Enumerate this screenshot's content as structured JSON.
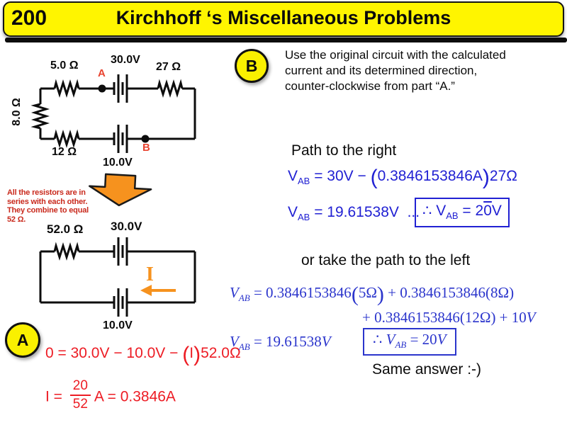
{
  "colors": {
    "banner_yellow": "#FFF500",
    "accent_red": "#ED1C24",
    "annotation_red": "#C92A1D",
    "node_red": "#E8432F",
    "eq_blue": "#2121D3",
    "serif_blue": "#2B35CC",
    "orange": "#F6921E",
    "black": "#0D0D0D"
  },
  "header": {
    "page_number": "200",
    "title": "Kirchhoff ‘s Miscellaneous Problems"
  },
  "part_b": {
    "badge": "B",
    "lines": [
      "Use the original circuit with the calculated",
      "current and its determined direction,",
      "counter-clockwise from part “A.”"
    ]
  },
  "circuit1": {
    "r_top_left": "5.0 Ω",
    "battery_top": "30.0V",
    "r_top_right": "27 Ω",
    "node_a": "A",
    "r_left": "8.0 Ω",
    "r_bottom": "12 Ω",
    "battery_bottom": "10.0V",
    "node_b": "B"
  },
  "annotation": {
    "lines": [
      "All the resistors are in",
      "series with each other.",
      "They combine to equal",
      "52 Ω."
    ]
  },
  "circuit2": {
    "resistor": "52.0 Ω",
    "battery_top": "30.0V",
    "battery_bottom": "10.0V",
    "current_label": "I"
  },
  "part_a": {
    "badge": "A",
    "eq1": {
      "pre": "0 = 30.0V − 10.0V − ",
      "paren_open": "(",
      "inner": "I",
      "paren_close": ")",
      "post": "52.0Ω"
    },
    "eq2": {
      "lhs": "I = ",
      "numerator": "20",
      "denominator": "52",
      "post": "A = 0.3846A"
    }
  },
  "right": {
    "heading_right": "Path to the right",
    "eq1": {
      "v": "V",
      "sub": "AB",
      "mid": " = 30V − ",
      "paren_open": "(",
      "inner": "0.3846153846A",
      "paren_close": ")",
      "post": "27Ω"
    },
    "eq2": {
      "v": "V",
      "sub": "AB",
      "mid": " = 19.61538V",
      "dots": "..."
    },
    "box1": {
      "pre": "∴ ",
      "v": "V",
      "sub": "AB",
      "mid": " = 2",
      "rounded": "0",
      "post": "V"
    },
    "heading_left": "or take the path to the left",
    "eq3": {
      "v": "V",
      "sub": "AB",
      "mid": " = 0.3846153846",
      "paren_open": "(",
      "inner": "5Ω",
      "paren_close": ")",
      "post": " + 0.3846153846(8Ω)"
    },
    "eq4": {
      "mid": "+ 0.3846153846(12Ω) + 10",
      "v": "V"
    },
    "eq5": {
      "v": "V",
      "sub": "AB",
      "mid": " = 19.61538",
      "v2": "V"
    },
    "box2": {
      "pre": "∴ ",
      "v": "V",
      "sub": "AB",
      "mid": " = 20",
      "v2": "V"
    },
    "same_answer": "Same answer :-)"
  }
}
